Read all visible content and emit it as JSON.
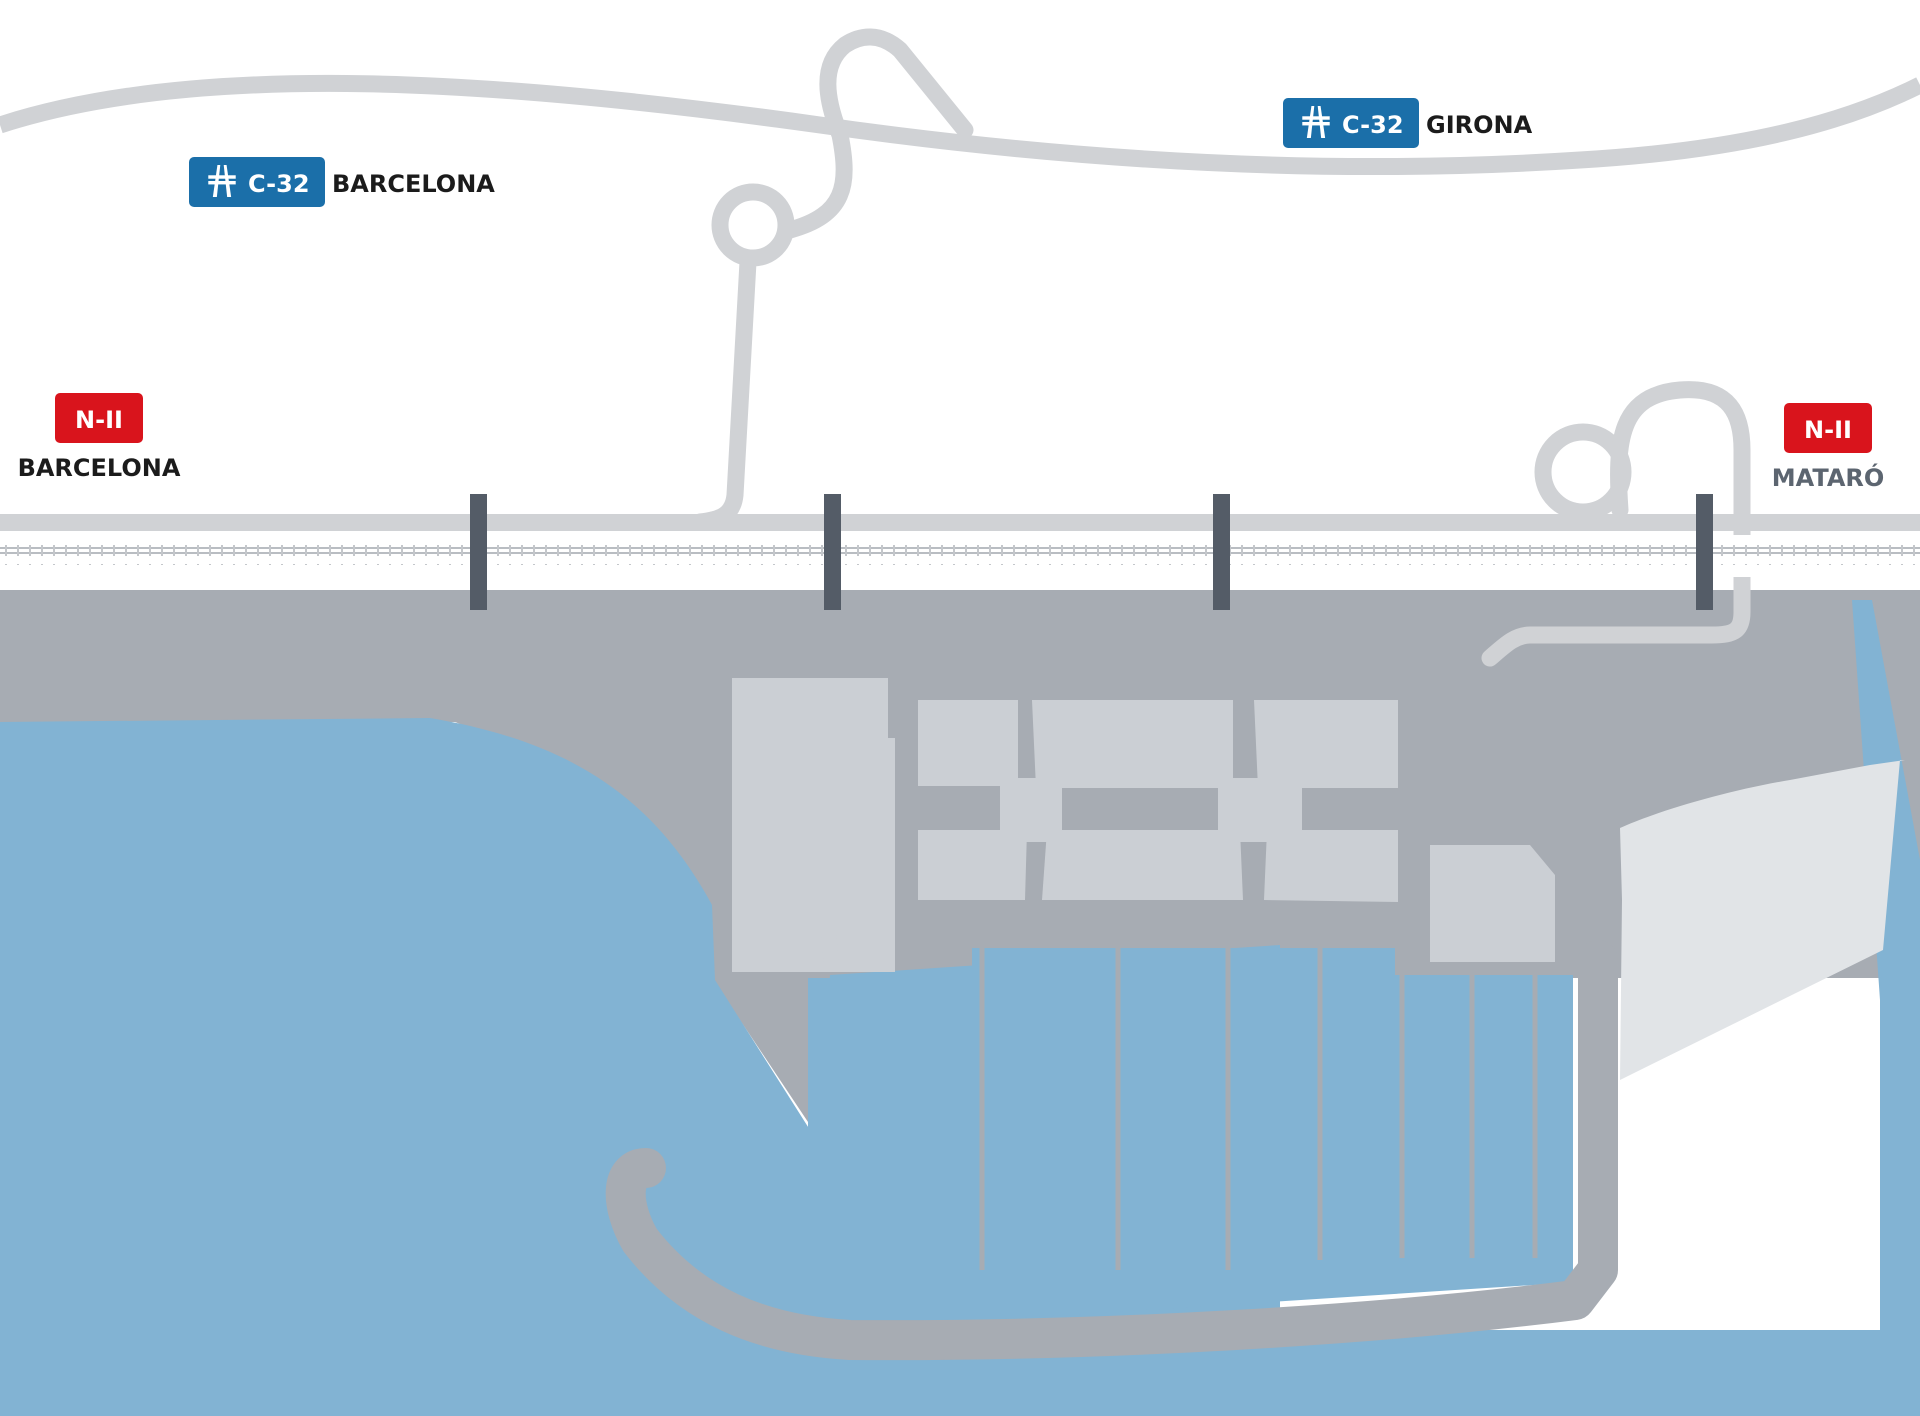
{
  "colors": {
    "water": "#82b3d3",
    "land": "#a7acb3",
    "buildings": "#cbcfd4",
    "roads": "#d0d2d5",
    "beach": "#e1e4e7",
    "rail_posts": "#545c67",
    "highway_sign": "#1b6fa9",
    "national_road_sign": "#d9141c"
  },
  "icons": {
    "motorway": "motorway-icon"
  },
  "signs": {
    "c32_west": {
      "road": "C-32",
      "destination": "BARCELONA"
    },
    "c32_east": {
      "road": "C-32",
      "destination": "GIRONA"
    },
    "n2_west": {
      "road": "N-II",
      "destination": "BARCELONA"
    },
    "n2_east": {
      "road": "N-II",
      "destination": "MATARÓ"
    }
  }
}
